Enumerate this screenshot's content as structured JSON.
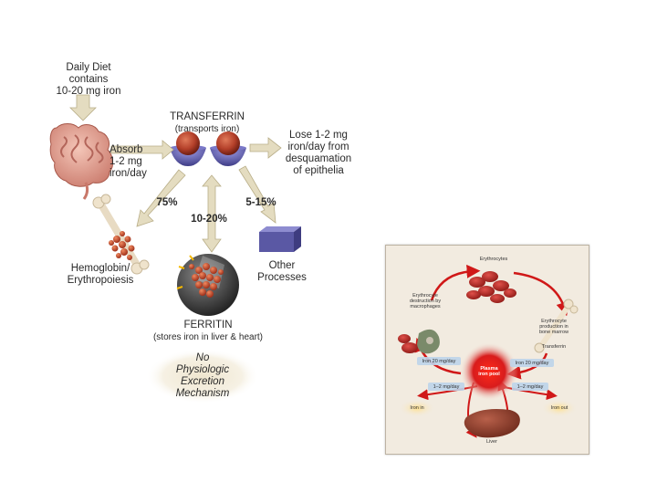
{
  "left_diagram": {
    "diet": [
      "Daily Diet",
      "contains",
      "10-20 mg iron"
    ],
    "absorb": [
      "Absorb",
      "1-2 mg",
      "iron/day"
    ],
    "transferrin_title": "TRANSFERRIN",
    "transferrin_sub": "(transports iron)",
    "lose": [
      "Lose 1-2 mg",
      "iron/day from",
      "desquamation",
      "of epithelia"
    ],
    "pct_75": "75%",
    "pct_10_20": "10-20%",
    "pct_5_15": "5-15%",
    "hemoglobin": [
      "Hemoglobin/",
      "Erythropoiesis"
    ],
    "other": [
      "Other",
      "Processes"
    ],
    "ferritin_title": "FERRITIN",
    "ferritin_sub": "(stores iron in liver & heart)",
    "no_excretion": [
      "No",
      "Physiologic",
      "Excretion",
      "Mechanism"
    ]
  },
  "inset": {
    "erythrocytes": "Erythrocytes",
    "destruction": [
      "Erythrocyte",
      "destruction by",
      "macrophages"
    ],
    "production": [
      "Erythrocyte",
      "production in",
      "bone marrow"
    ],
    "transferrin": "Transferrin",
    "iron_left": "Iron 20 mg/day",
    "iron_right": "Iron 20 mg/day",
    "plasma": [
      "Plasma",
      "iron pool"
    ],
    "mg_left": "1–2 mg/day",
    "mg_right": "1–2 mg/day",
    "iron_in": "Iron in",
    "iron_out": "Iron out",
    "liver": "Liver"
  },
  "colors": {
    "arrow_fill": "#e4dcc0",
    "arrow_edge": "#b9ae88",
    "transferrin_ball": "#b4402a",
    "transferrin_cup": "#5c5aa8",
    "inset_bg": "#f2ebe0",
    "plasma_red": "#d81c1c",
    "liver": "#8a3a28"
  }
}
